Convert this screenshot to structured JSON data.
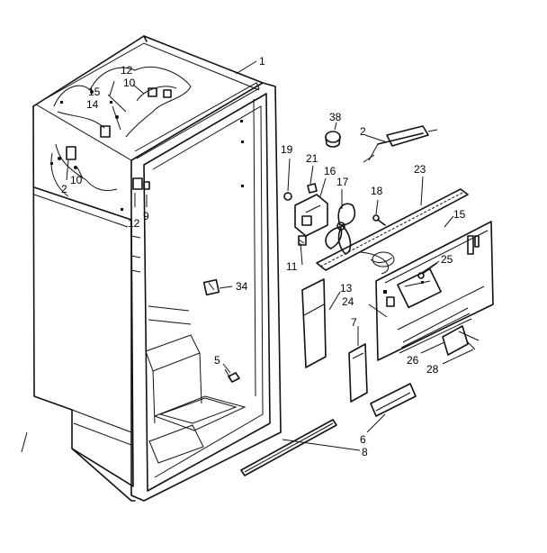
{
  "callouts": [
    {
      "id": "c1",
      "label": "1"
    },
    {
      "id": "c2a",
      "label": "2"
    },
    {
      "id": "c2b",
      "label": "2"
    },
    {
      "id": "c5",
      "label": "5"
    },
    {
      "id": "c6",
      "label": "6"
    },
    {
      "id": "c7",
      "label": "7"
    },
    {
      "id": "c8",
      "label": "8"
    },
    {
      "id": "c9",
      "label": "9"
    },
    {
      "id": "c10a",
      "label": "10"
    },
    {
      "id": "c10b",
      "label": "10"
    },
    {
      "id": "c11",
      "label": "11"
    },
    {
      "id": "c12a",
      "label": "12"
    },
    {
      "id": "c12b",
      "label": "12"
    },
    {
      "id": "c13",
      "label": "13"
    },
    {
      "id": "c14",
      "label": "14"
    },
    {
      "id": "c15a",
      "label": "15"
    },
    {
      "id": "c15b",
      "label": "15"
    },
    {
      "id": "c16",
      "label": "16"
    },
    {
      "id": "c17",
      "label": "17"
    },
    {
      "id": "c18",
      "label": "18"
    },
    {
      "id": "c19",
      "label": "19"
    },
    {
      "id": "c21",
      "label": "21"
    },
    {
      "id": "c23",
      "label": "23"
    },
    {
      "id": "c24",
      "label": "24"
    },
    {
      "id": "c25",
      "label": "25"
    },
    {
      "id": "c26",
      "label": "26"
    },
    {
      "id": "c28",
      "label": "28"
    },
    {
      "id": "c34",
      "label": "34"
    },
    {
      "id": "c38",
      "label": "38"
    }
  ]
}
